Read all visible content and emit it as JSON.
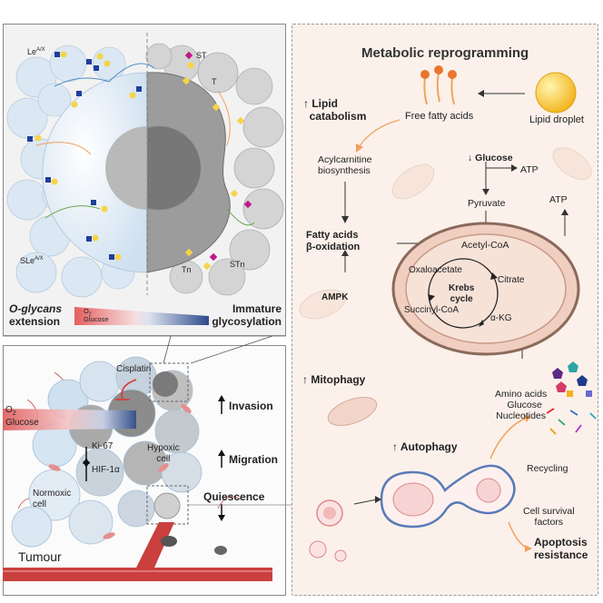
{
  "top_left": {
    "glycans": {
      "le": "Le",
      "le_sup": "A/X",
      "sle": "SLe",
      "sle_sup": "A/X",
      "st": "ST",
      "t": "T",
      "tn": "Tn",
      "stn": "STn"
    },
    "oglycans_line1": "O-glycans",
    "oglycans_line2": "extension",
    "immature_line1": "Immature",
    "immature_line2": "glycosylation",
    "gradient_o2": "O",
    "gradient_o2_sub": "2",
    "gradient_glucose": "Glucose"
  },
  "bottom_left": {
    "cisplatin": "Cisplatin",
    "o2": "O",
    "o2_sub": "2",
    "glucose": "Glucose",
    "ki67": "Ki-67",
    "hif": "HIF-1α",
    "hypoxic_line1": "Hypoxic",
    "hypoxic_line2": "cell",
    "normoxic_line1": "Normoxic",
    "normoxic_line2": "cell",
    "tumour": "Tumour",
    "invasion": "Invasion",
    "migration": "Migration",
    "quiescence": "Quiescence"
  },
  "right": {
    "title": "Metabolic reprogramming",
    "lipid_catabolism_line1": "Lipid",
    "lipid_catabolism_line2": "catabolism",
    "free_fatty_acids": "Free fatty acids",
    "lipid_droplet": "Lipid droplet",
    "acylcarnitine_line1": "Acylcarnitine",
    "acylcarnitine_line2": "biosynthesis",
    "glucose": "Glucose",
    "atp1": "ATP",
    "atp2": "ATP",
    "pyruvate": "Pyruvate",
    "fatty_acids_line1": "Fatty acids",
    "fatty_acids_line2": "β-oxidation",
    "acetyl_coa": "Acetyl-CoA",
    "oxaloacetate": "Oxaloacetate",
    "citrate": "Citrate",
    "krebs_line1": "Krebs",
    "krebs_line2": "cycle",
    "succinyl_coa": "Succinyl-CoA",
    "akg": "α-KG",
    "ampk": "AMPK",
    "mitophagy": "Mitophagy",
    "amino_acids": "Amino acids",
    "glucose2": "Glucose",
    "nucleotides": "Nucleotides",
    "autophagy": "Autophagy",
    "recycling": "Recycling",
    "cell_survival_line1": "Cell survival",
    "cell_survival_line2": "factors",
    "apoptosis_line1": "Apoptosis",
    "apoptosis_line2": "resistance"
  },
  "colors": {
    "mito_fill": "#f0cfc0",
    "mito_stroke": "#8a6a5c",
    "accent_orange": "#f2a15e",
    "hypoxia_red": "#e05a5a",
    "hypoxia_blue": "#2d4b8a"
  }
}
